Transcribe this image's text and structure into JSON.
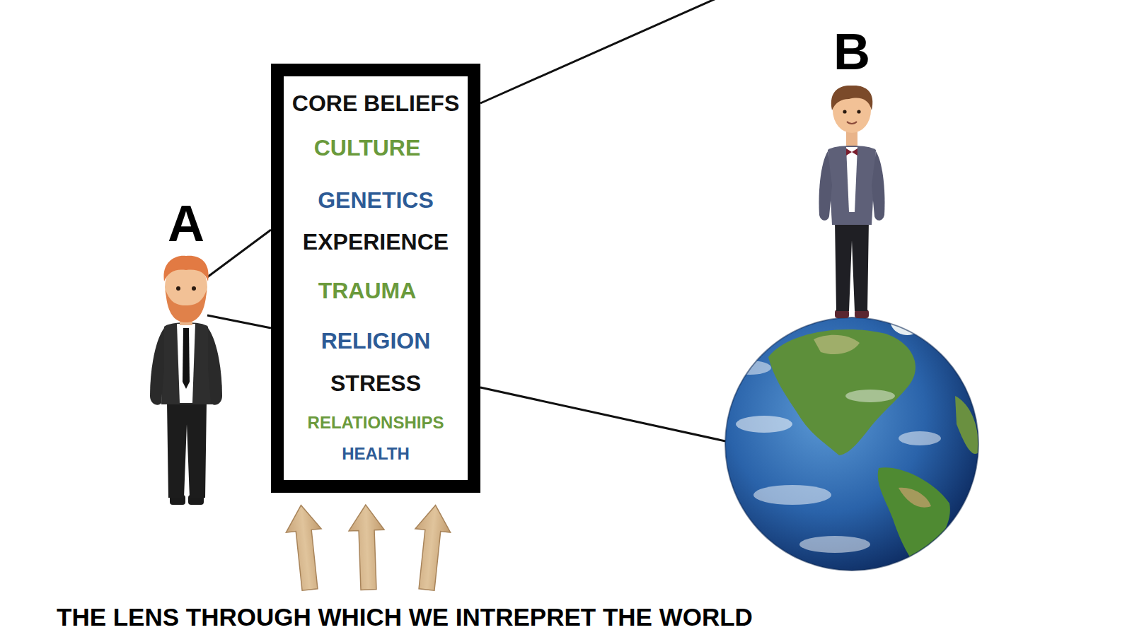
{
  "diagram": {
    "caption": "THE LENS THROUGH WHICH WE INTREPRET THE WORLD",
    "nodes": [
      {
        "text": [
          "CORE BELIEFS",
          "CULTURE",
          "GENETICS",
          "EXPERIENCE",
          "TRAUMA",
          "RELIGION",
          "STRESS",
          "RELATIONSHIPS",
          "HEALTH"
        ]
      }
    ],
    "labels": [
      "A",
      "B"
    ]
  }
}
